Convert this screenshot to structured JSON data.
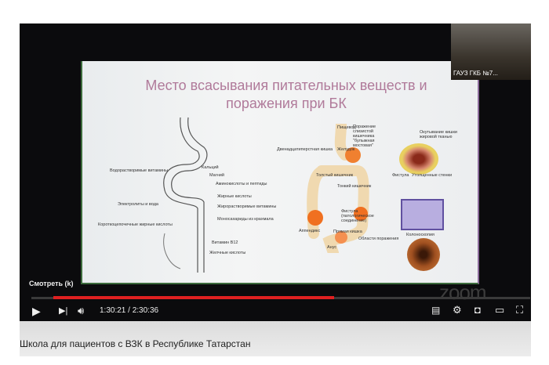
{
  "slide": {
    "title": "Место всасывания питательных веществ и поражения при БК",
    "left_labels": [
      "Водорастворимые витамины",
      "Электролиты и вода",
      "Короткоцепочечные жирные кислоты"
    ],
    "right_labels": [
      "Кальций",
      "Магний",
      "Аминокислоты и пептиды",
      "Жирные кислоты",
      "Жирорастворимые витамины",
      "Моносахариды из крахмала",
      "Витамин B12",
      "Желчные кислоты"
    ],
    "gi_labels": [
      "Пищевод",
      "Двенадцатиперстная кишка",
      "Желудок",
      "Толстый кишечник",
      "Тонкий кишечник",
      "Фистула (патологическое соединение)",
      "Аппендикс",
      "Прямая кишка",
      "Анус",
      "Области поражения"
    ],
    "detail_labels": [
      "Поражение слизистой кишечника \"булыжная мостовая\"",
      "Окутывание кишки жировой тканью",
      "Фистула",
      "Утолщенные стенки",
      "Колоноскопия"
    ]
  },
  "camera": {
    "label": "ГАУЗ ГКБ №7..."
  },
  "player": {
    "watch_label": "Смотреть (k)",
    "watermark": "zoom",
    "current_time": "1:30:21",
    "duration": "2:30:36",
    "time_display": "1:30:21 / 2:30:36",
    "progress_percent": 60,
    "accent": "#e02020"
  },
  "video_title": "Школа для пациентов с ВЗК в Республике Татарстан"
}
